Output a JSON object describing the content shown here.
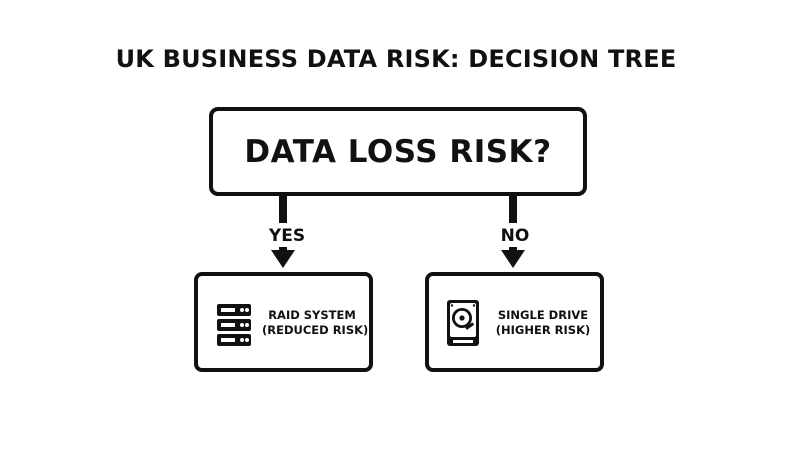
{
  "diagram": {
    "title": "UK BUSINESS DATA RISK: DECISION TREE",
    "question": "DATA LOSS RISK?",
    "branches": {
      "yes": {
        "label": "YES",
        "outcome_line1": "RAID SYSTEM",
        "outcome_line2": "(REDUCED RISK)",
        "icon": "server-rack-icon"
      },
      "no": {
        "label": "NO",
        "outcome_line1": "SINGLE DRIVE",
        "outcome_line2": "(HIGHER RISK)",
        "icon": "hard-drive-icon"
      }
    }
  },
  "colors": {
    "stroke": "#111111",
    "background": "#ffffff"
  }
}
